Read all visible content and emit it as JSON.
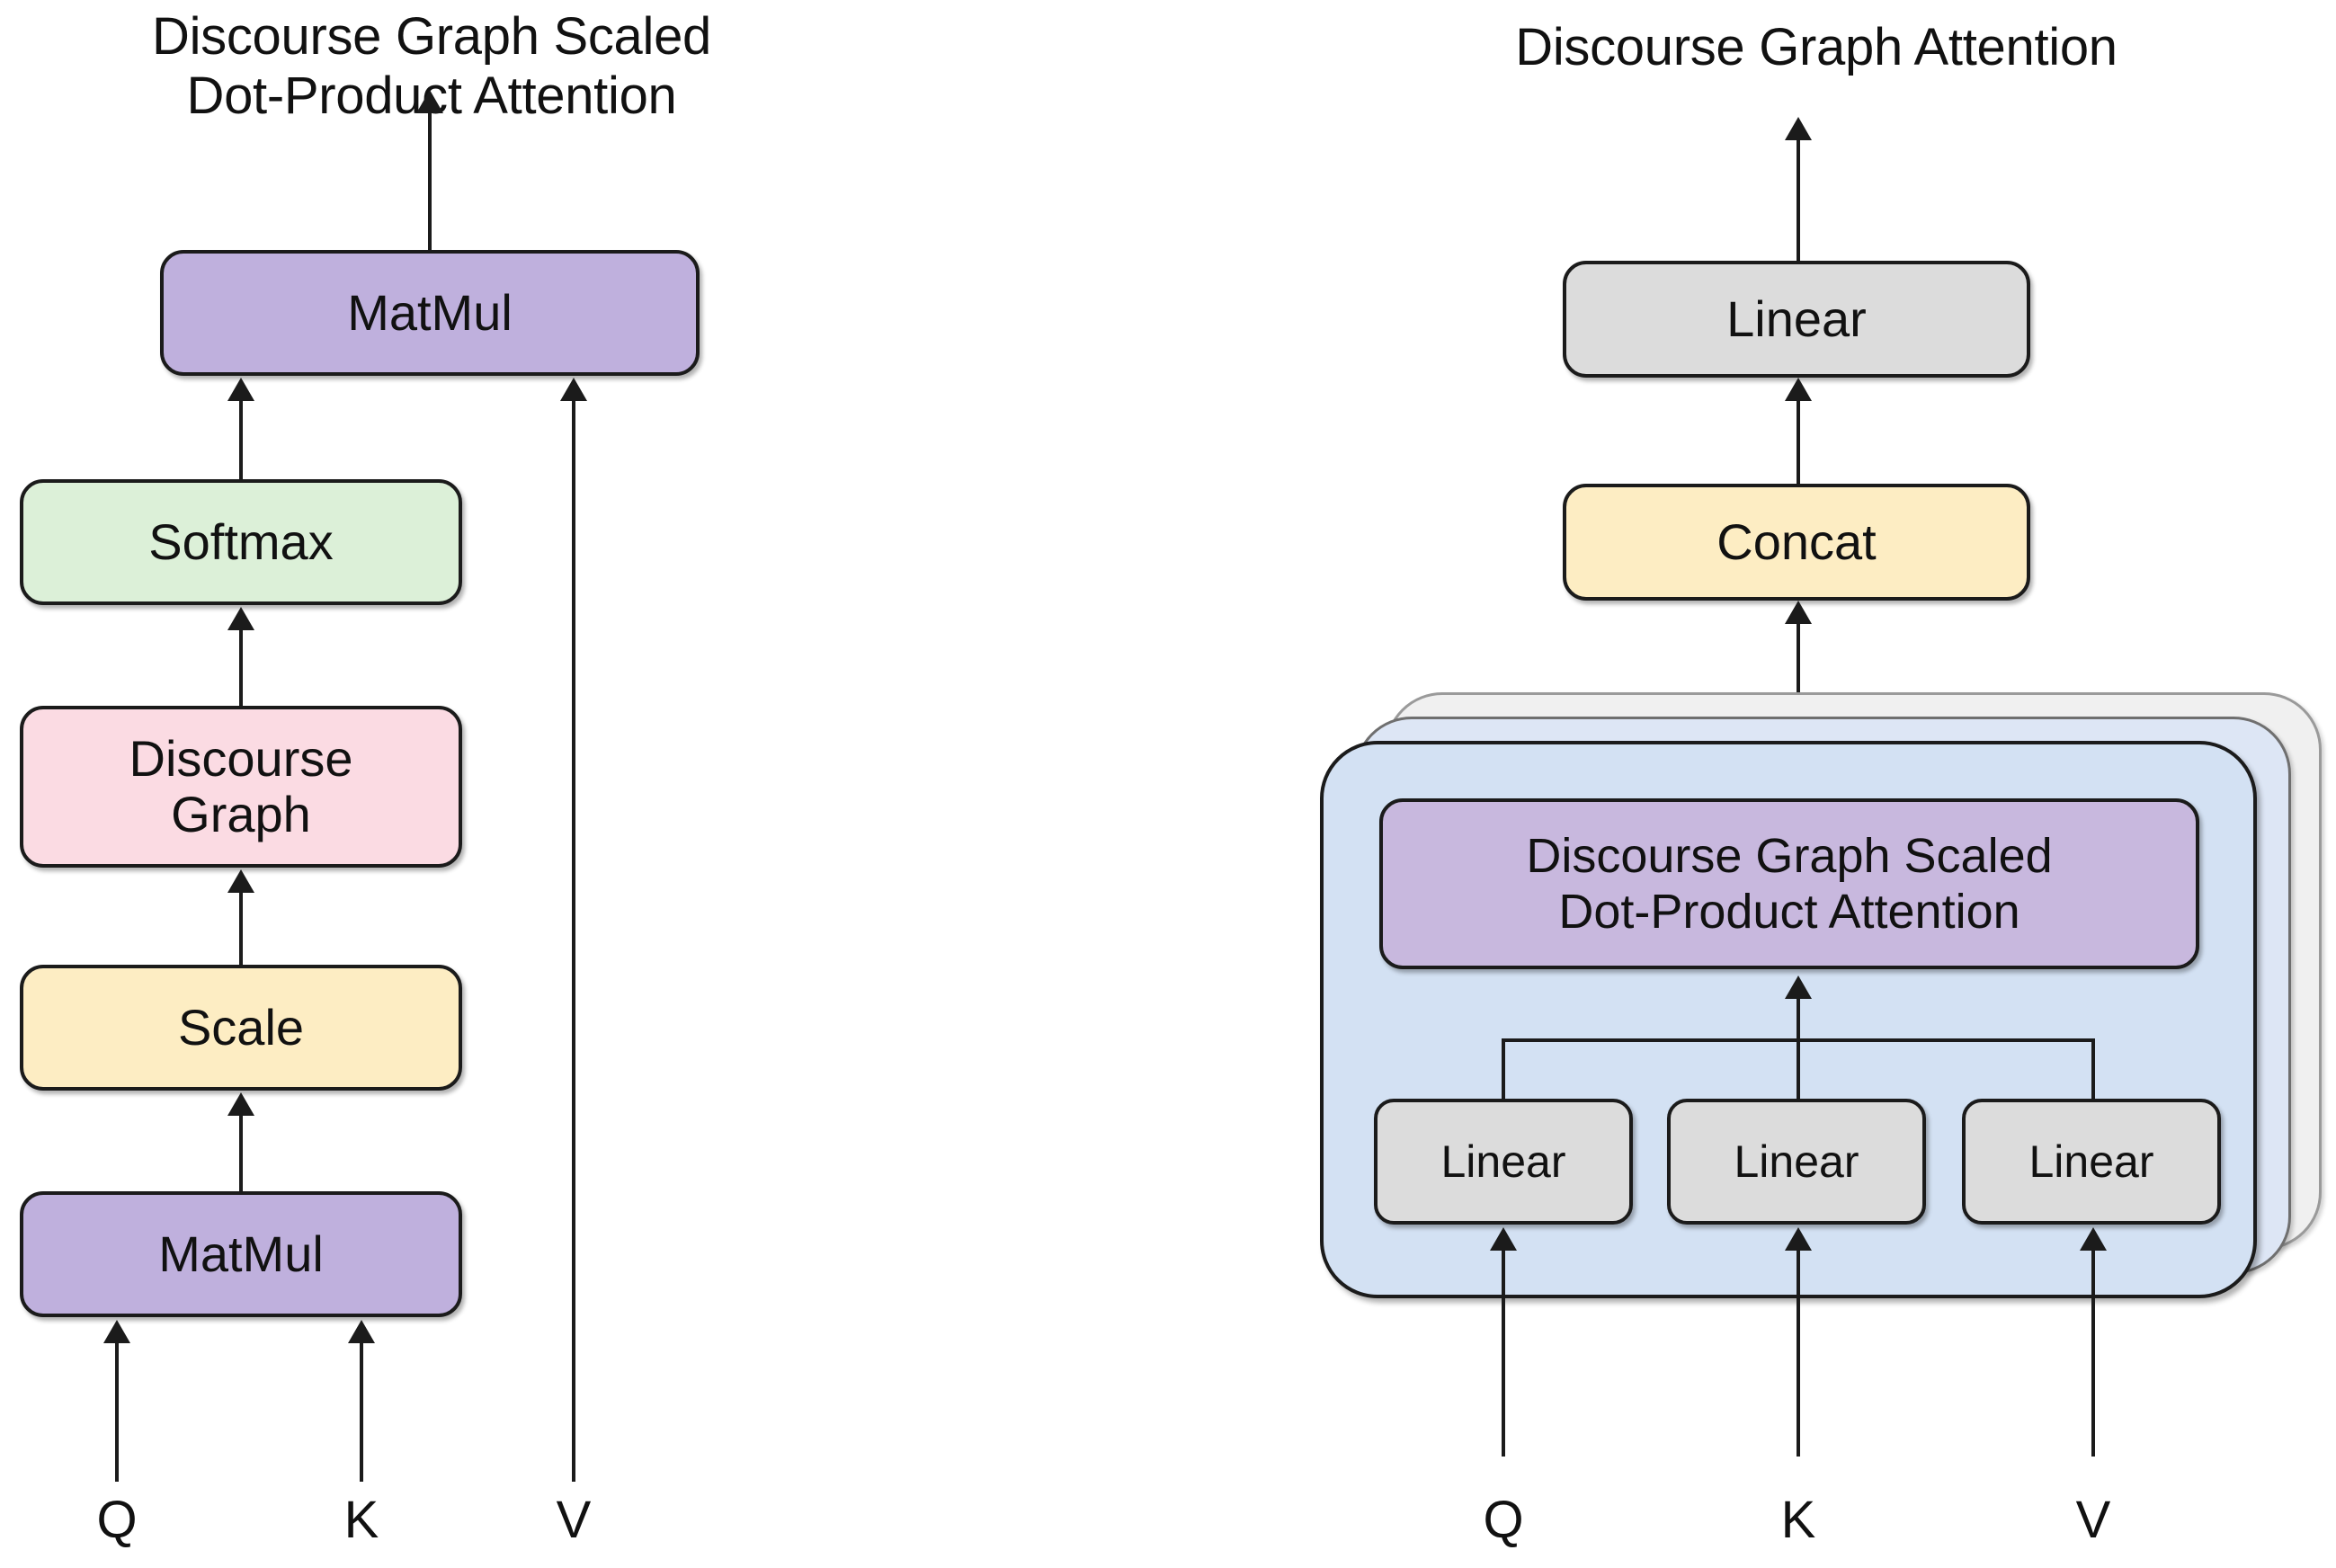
{
  "diagram": {
    "left": {
      "title": "Discourse Graph Scaled\nDot-Product Attention",
      "nodes": {
        "matmul_top": "MatMul",
        "softmax": "Softmax",
        "discourse_graph": "Discourse\nGraph",
        "scale": "Scale",
        "matmul_bottom": "MatMul"
      },
      "inputs": {
        "q": "Q",
        "k": "K",
        "v": "V"
      }
    },
    "right": {
      "title": "Discourse Graph Attention",
      "nodes": {
        "linear_out": "Linear",
        "concat": "Concat",
        "attention": "Discourse Graph Scaled\nDot-Product Attention",
        "linear_q": "Linear",
        "linear_k": "Linear",
        "linear_v": "Linear"
      },
      "inputs": {
        "q": "Q",
        "k": "K",
        "v": "V"
      }
    },
    "colors": {
      "purple": "#bfb0dd",
      "purple_light": "#c8b8de",
      "green": "#dcf0d8",
      "pink": "#fbdbe3",
      "yellow": "#fdedc3",
      "gray": "#dcdcdc",
      "blue_panel": "#d3e1f3",
      "blue_panel_mid": "#dde6f5",
      "panel_back": "#f0f0f0",
      "stroke": "#1b1b1b"
    }
  }
}
